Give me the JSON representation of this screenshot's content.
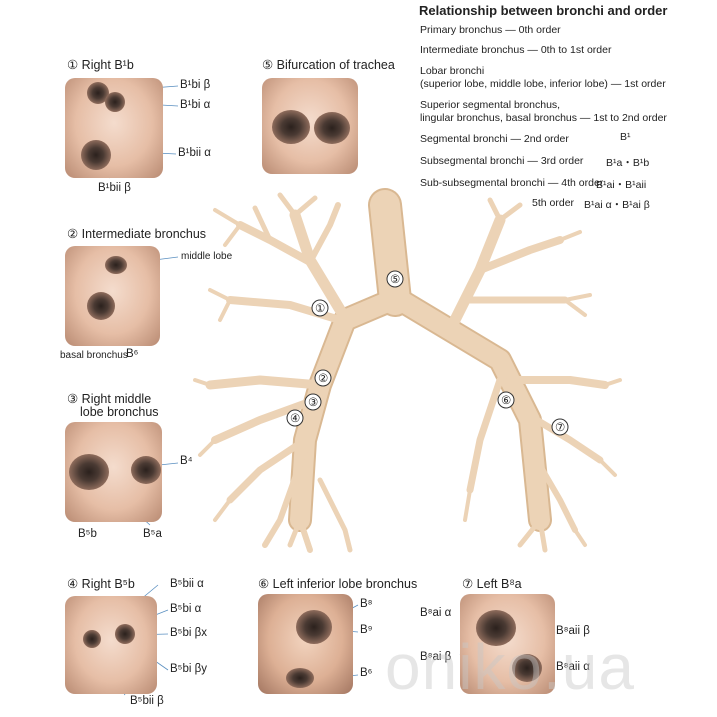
{
  "reference": {
    "title": "Relationship between bronchi and order",
    "rows": [
      {
        "left": "Primary bronchus",
        "right": "0th order"
      },
      {
        "left": "Intermediate bronchus",
        "right": "0th to 1st order"
      },
      {
        "left": "Lobar bronchi",
        "left2": "(superior lobe, middle lobe, inferior lobe)",
        "right": "1st order"
      },
      {
        "left": "Superior segmental bronchus,",
        "left2": "lingular bronchus, basal bronchus",
        "right": "1st to 2nd order"
      },
      {
        "left": "Segmental bronchi",
        "right": "2nd order",
        "note": "B¹"
      },
      {
        "left": "Subsegmental bronchi",
        "right": "3rd order",
        "note": "B¹a・B¹b"
      },
      {
        "left": "Sub-subsegmental bronchi",
        "right": "4th order",
        "note": "B¹ai・B¹aii"
      },
      {
        "right": "5th order",
        "note": "B¹ai α・B¹ai β"
      }
    ]
  },
  "panels": {
    "p1": {
      "title": "① Right B¹b",
      "labels": [
        "B¹bi β",
        "B¹bi α",
        "B¹bii α",
        "B¹bii β"
      ]
    },
    "p2": {
      "title": "② Intermediate bronchus",
      "labels": [
        "middle lobe",
        "basal bronchus",
        "B⁶"
      ]
    },
    "p3": {
      "title": "③ Right middle",
      "title2": "lobe bronchus",
      "labels": [
        "B⁴",
        "B⁵b",
        "B⁵a"
      ]
    },
    "p4": {
      "title": "④ Right B⁵b",
      "labels": [
        "B⁵bii α",
        "B⁵bi α",
        "B⁵bi βx",
        "B⁵bi βy",
        "B⁵bii β"
      ]
    },
    "p5": {
      "title": "⑤ Bifurcation of trachea"
    },
    "p6": {
      "title": "⑥ Left inferior lobe bronchus",
      "labels": [
        "B⁸",
        "B⁹",
        "B⁶"
      ]
    },
    "p7": {
      "title": "⑦ Left B⁸a",
      "labels": [
        "B⁸ai α",
        "B⁸ai β",
        "B⁸aii β",
        "B⁸aii α"
      ]
    }
  },
  "tree_markers": [
    "①",
    "②",
    "③",
    "④",
    "⑤",
    "⑥",
    "⑦"
  ],
  "watermark": "oniko.ua",
  "colors": {
    "airway": "#ecd3b6",
    "airway_edge": "#d9b892",
    "tissue": "#e6bea6"
  }
}
